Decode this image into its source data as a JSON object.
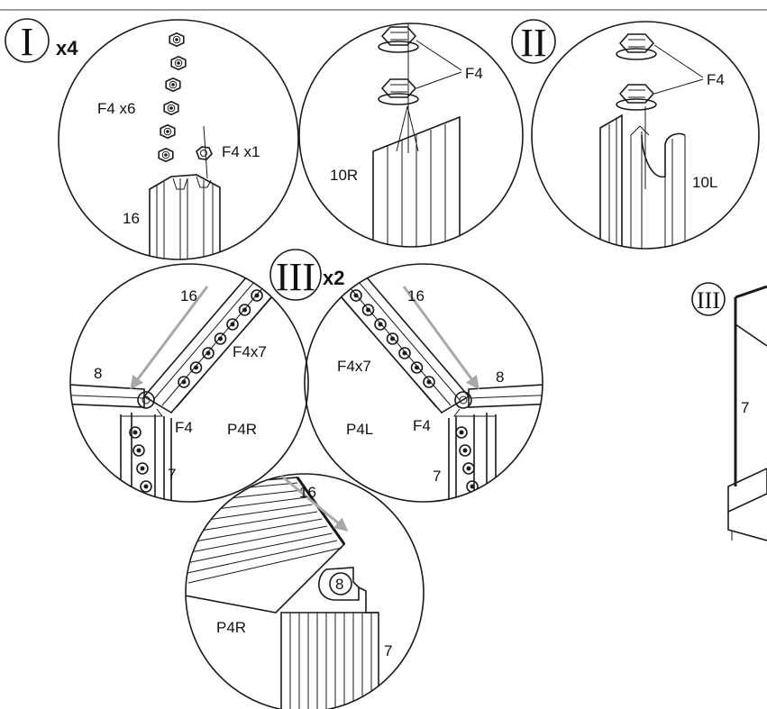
{
  "steps": {
    "step1": {
      "numeral": "I",
      "multiplier": "x4"
    },
    "step2": {
      "numeral": "II"
    },
    "step3": {
      "numeral": "III",
      "multiplier": "x2"
    },
    "step3_side": {
      "numeral": "III"
    }
  },
  "detail_step1": {
    "nuts_label": "F4 x6",
    "single_nut_label": "F4 x1",
    "part_label": "16",
    "nut_count": 6
  },
  "detail_10r": {
    "fastener_label": "F4",
    "part_label": "10R"
  },
  "detail_10l": {
    "fastener_label": "F4",
    "part_label": "10L"
  },
  "detail_p4r": {
    "top_part": "16",
    "fasteners": "F4x7",
    "side_part": "8",
    "joint_fastener": "F4",
    "panel": "P4R",
    "post": "7"
  },
  "detail_p4l": {
    "top_part": "16",
    "fasteners": "F4x7",
    "side_part": "8",
    "joint_fastener": "F4",
    "panel": "P4L",
    "post": "7"
  },
  "detail_bottom": {
    "top_part": "16",
    "joint_part": "8",
    "panel": "P4R",
    "post": "7"
  },
  "side_view": {
    "post": "7"
  },
  "colors": {
    "ink": "#1a1a1a",
    "arrow": "#a8a8a8",
    "background": "#ffffff",
    "rule": "#a0a0a0"
  }
}
